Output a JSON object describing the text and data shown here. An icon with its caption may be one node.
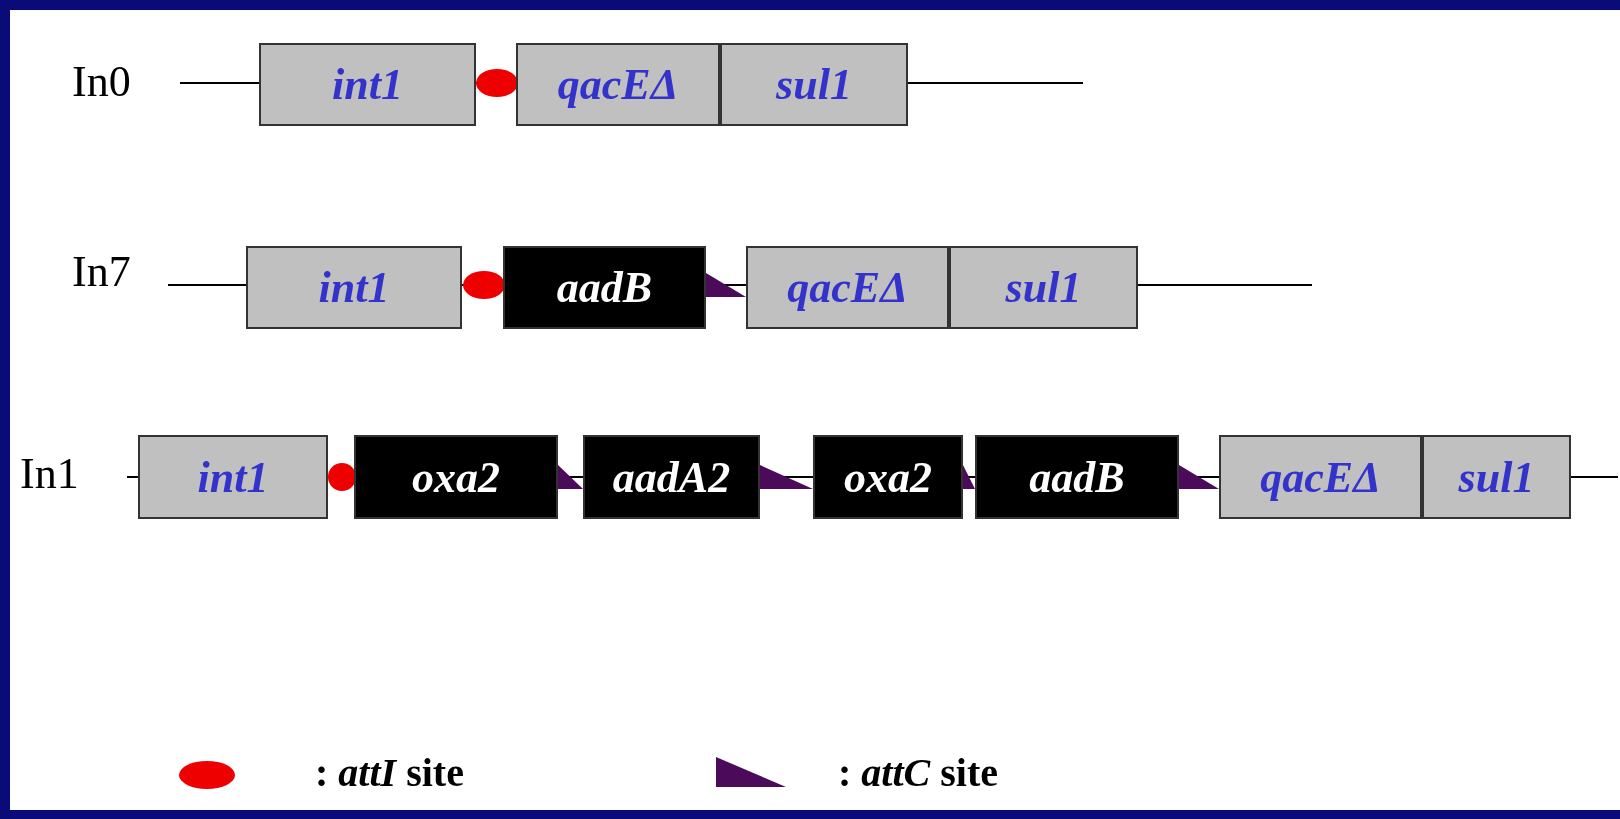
{
  "diagram": {
    "nodes": [
      {
        "text": [
          "int1"
        ]
      },
      {
        "text": [],
        "shape": "ellipse"
      },
      {
        "text": [
          "qacEΔ"
        ]
      },
      {
        "text": [
          "sul1"
        ]
      },
      {
        "text": [
          "int1"
        ]
      },
      {
        "text": [],
        "shape": "ellipse"
      },
      {
        "text": [
          "aadB"
        ]
      },
      {
        "text": [],
        "shape": "triangle"
      },
      {
        "text": [
          "qacEΔ"
        ]
      },
      {
        "text": [
          "sul1"
        ]
      },
      {
        "text": [
          "int1"
        ]
      },
      {
        "text": [],
        "shape": "ellipse"
      },
      {
        "text": [
          "oxa2"
        ]
      },
      {
        "text": [],
        "shape": "triangle"
      },
      {
        "text": [
          "aadA2"
        ]
      },
      {
        "text": [],
        "shape": "triangle"
      },
      {
        "text": [
          "oxa2"
        ]
      },
      {
        "text": [],
        "shape": "triangle"
      },
      {
        "text": [
          "aadB"
        ]
      },
      {
        "text": [],
        "shape": "triangle"
      },
      {
        "text": [
          "qacEΔ"
        ]
      },
      {
        "text": [
          "sul1"
        ]
      }
    ],
    "labels": [
      "In0",
      "In7",
      "In1"
    ],
    "legend": [
      {
        "text": ": *attI* site"
      },
      {
        "text": ": *attC* site"
      }
    ]
  }
}
